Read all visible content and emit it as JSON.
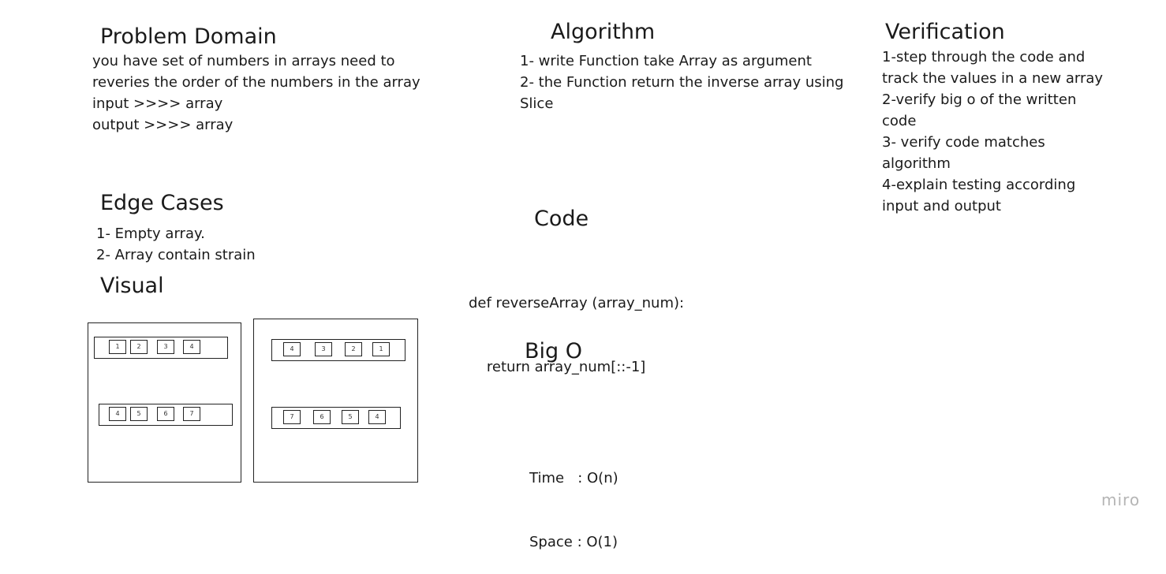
{
  "problem_domain": {
    "title": "Problem Domain",
    "lines": [
      "you have set of numbers in arrays  need to",
      "reveries the order of the numbers in the array",
      "input  >>>>  array",
      "output >>>> array"
    ]
  },
  "algorithm": {
    "title": "Algorithm",
    "lines": [
      "1- write Function take Array as argument",
      "2- the Function return the inverse array using",
      "Slice"
    ]
  },
  "verification": {
    "title": "Verification",
    "lines": [
      "1-step through the code and",
      "track the values in a new array",
      "2-verify big o of the written",
      "code",
      "3- verify code matches",
      "algorithm",
      "4-explain testing according",
      "input and output"
    ]
  },
  "edge_cases": {
    "title": "Edge Cases",
    "lines": [
      "1- Empty array.",
      "2- Array contain strain"
    ]
  },
  "code": {
    "title": "Code",
    "lines": [
      "def reverseArray (array_num):",
      "    return array_num[::-1]"
    ]
  },
  "visual": {
    "title": "Visual",
    "before": {
      "row1": [
        "1",
        "2",
        "3",
        "4"
      ],
      "row2": [
        "4",
        "5",
        "6",
        "7"
      ]
    },
    "after": {
      "row1": [
        "4",
        "3",
        "2",
        "1"
      ],
      "row2": [
        "7",
        "6",
        "5",
        "4"
      ]
    }
  },
  "big_o": {
    "title": "Big O",
    "time": "Time   : O(n)",
    "space": "Space : O(1)"
  },
  "watermark": "miro"
}
